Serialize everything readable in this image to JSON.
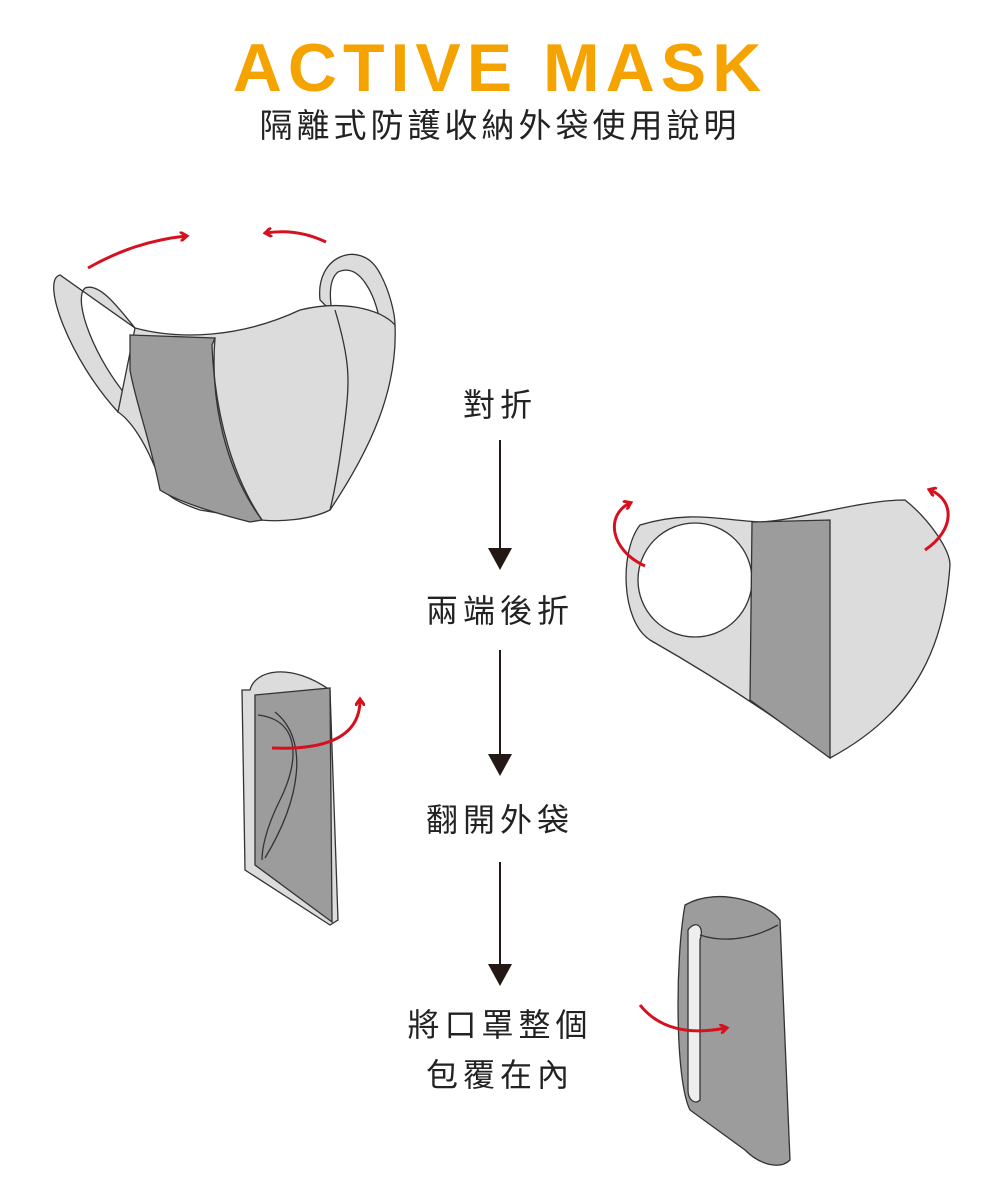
{
  "header": {
    "title": "ACTIVE MASK",
    "subtitle": "隔離式防護收納外袋使用說明"
  },
  "steps": [
    {
      "label": "對折"
    },
    {
      "label": "兩端後折"
    },
    {
      "label": "翻開外袋"
    },
    {
      "label_line1": "將口罩整個",
      "label_line2": "包覆在內"
    }
  ],
  "colors": {
    "title": "#f5a300",
    "arrow_red": "#d7101e",
    "mask_light": "#dcdcdc",
    "mask_dark": "#9c9c9c",
    "flow_arrow": "#231815"
  }
}
